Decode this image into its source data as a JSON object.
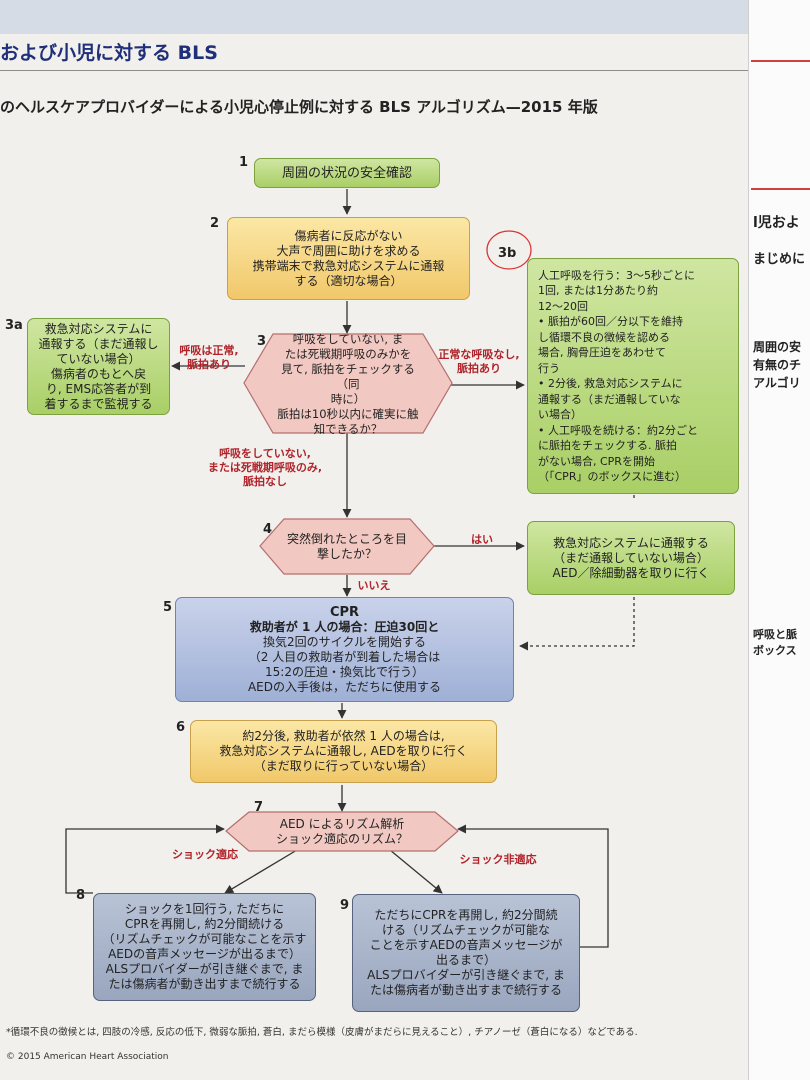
{
  "section_title": "および小児に対する BLS",
  "subtitle": "のヘルスケアプロバイダーによる小児心停止例に対する BLS アルゴリズム—2015 年版",
  "steps": {
    "s1": {
      "num": "1",
      "text": "周囲の状況の安全確認"
    },
    "s2": {
      "num": "2",
      "lines": [
        "傷病者に反応がない",
        "大声で周囲に助けを求める",
        "携帯端末で救急対応システムに通報",
        "する（適切な場合）"
      ]
    },
    "s3": {
      "num": "3",
      "lines": [
        "呼吸をしていない, ま",
        "たは死戦期呼吸のみかを",
        "見て, 脈拍をチェックする（同",
        "時に）",
        "脈拍は10秒以内に確実に触",
        "知できるか？"
      ]
    },
    "s3a": {
      "num": "3a",
      "lines": [
        "救急対応システムに",
        "通報する（まだ通報し",
        "ていない場合）",
        "傷病者のもとへ戻",
        "り, EMS応答者が到",
        "着するまで監視する"
      ]
    },
    "s3b": {
      "num": "3b",
      "lines": [
        "人工呼吸を行う：3～5秒ごとに",
        "1回, または1分あたり約",
        "12～20回",
        "• 脈拍が60回／分以下を維持",
        "し循環不良の徴候を認める",
        "場合, 胸骨圧迫をあわせて",
        "行う",
        "• 2分後, 救急対応システムに",
        "通報する（まだ通報していな",
        "い場合）",
        "• 人工呼吸を続ける：約2分ごと",
        "に脈拍をチェックする. 脈拍",
        "がない場合, CPRを開始",
        "（「CPR」のボックスに進む）"
      ]
    },
    "s4": {
      "num": "4",
      "lines": [
        "突然倒れたところを目",
        "撃したか？"
      ]
    },
    "s4b": {
      "lines": [
        "救急対応システムに通報する",
        "（まだ通報していない場合）",
        "AED／除細動器を取りに行く"
      ]
    },
    "s5": {
      "num": "5",
      "title": "CPR",
      "lines": [
        "救助者が 1 人の場合：圧迫30回と",
        "換気2回のサイクルを開始する",
        "（2 人目の救助者が到着した場合は",
        "15:2の圧迫・換気比で行う）",
        "AEDの入手後は，ただちに使用する"
      ]
    },
    "s6": {
      "num": "6",
      "lines": [
        "約2分後, 救助者が依然 1 人の場合は,",
        "救急対応システムに通報し, AEDを取りに行く",
        "（まだ取りに行っていない場合）"
      ]
    },
    "s7": {
      "num": "7",
      "lines": [
        "AED によるリズム解析",
        "ショック適応のリズム？"
      ]
    },
    "s8": {
      "num": "8",
      "lines": [
        "ショックを1回行う, ただちに",
        "CPRを再開し, 約2分間続ける",
        "（リズムチェックが可能なことを示す",
        "AEDの音声メッセージが出るまで）",
        "ALSプロバイダーが引き継ぐまで, ま",
        "たは傷病者が動き出すまで続行する"
      ]
    },
    "s9": {
      "num": "9",
      "lines": [
        "ただちにCPRを再開し, 約2分間続",
        "ける（リズムチェックが可能な",
        "ことを示すAEDの音声メッセージが",
        "出るまで）",
        "ALSプロバイダーが引き継ぐまで, ま",
        "たは傷病者が動き出すまで続行する"
      ]
    }
  },
  "edge_labels": {
    "normal": [
      "呼吸は正常,",
      "脈拍あり"
    ],
    "abnormal": [
      "正常な呼吸なし,",
      "脈拍あり"
    ],
    "no_breath": [
      "呼吸をしていない,",
      "または死戦期呼吸のみ,",
      "脈拍なし"
    ],
    "yes": "はい",
    "no": "いいえ",
    "shockable": "ショック適応",
    "nonshockable": "ショック非適応"
  },
  "footnote": "*循環不良の徴候とは, 四肢の冷感, 反応の低下, 微弱な脈拍, 蒼白, まだら模様（皮膚がまだらに見えること）, チアノーゼ（蒼白になる）などである.",
  "copyright": "© 2015 American Heart Association",
  "right_page": {
    "lines": [
      "l児およ",
      "まじめに",
      "周囲の安",
      "有無のチ",
      "アルゴリ",
      "呼吸と脈",
      "ボックス"
    ]
  },
  "colors": {
    "green": "#b9d983",
    "yellow": "#f6d78a",
    "blue": "#b4c0e0",
    "gray": "#a7b2c9",
    "red": "#b0232b",
    "title_blue": "#1f2f7a"
  }
}
